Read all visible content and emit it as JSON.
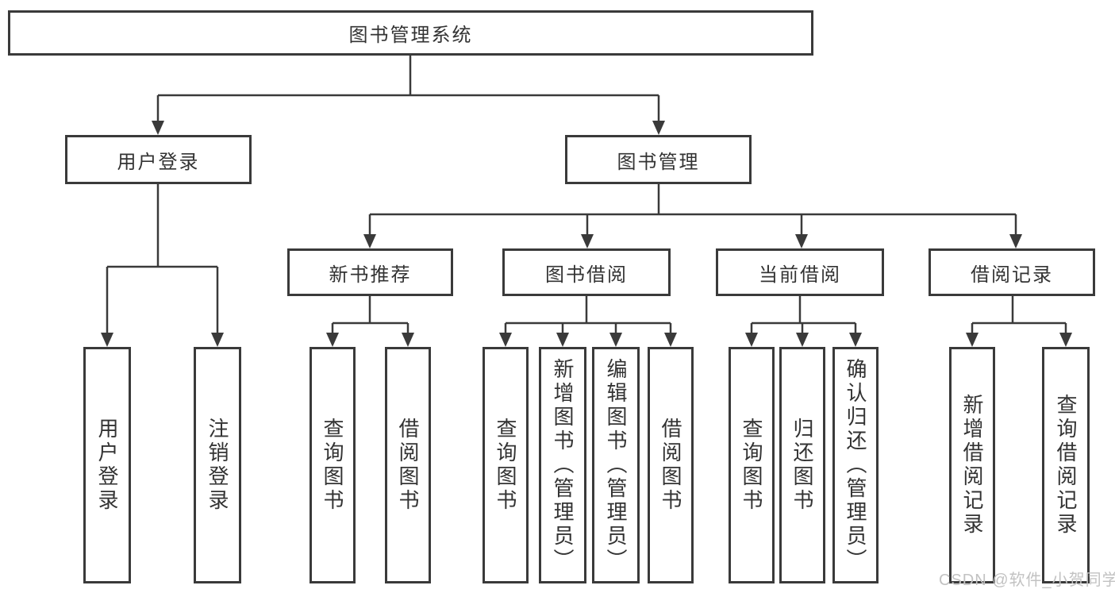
{
  "diagram": {
    "root": {
      "label": "图书管理系统"
    },
    "level2": {
      "user_login": {
        "label": "用户登录"
      },
      "book_mgmt": {
        "label": "图书管理"
      }
    },
    "level3": {
      "new_book": {
        "label": "新书推荐"
      },
      "book_borrow": {
        "label": "图书借阅"
      },
      "current_borrow": {
        "label": "当前借阅"
      },
      "borrow_records": {
        "label": "借阅记录"
      }
    },
    "leaves": {
      "user_login": [
        "用户登录",
        "注销登录"
      ],
      "new_book": [
        "查询图书",
        "借阅图书"
      ],
      "book_borrow": [
        "查询图书",
        "新增图书（管理员）",
        "编辑图书（管理员）",
        "借阅图书"
      ],
      "current_borrow": [
        "查询图书",
        "归还图书",
        "确认归还（管理员）"
      ],
      "borrow_records": [
        "新增借阅记录",
        "查询借阅记录"
      ]
    }
  },
  "watermark": {
    "text": "CSDN @软件_小贺同学"
  },
  "colors": {
    "line": "#3a3a3a",
    "text": "#333333",
    "watermark": "#c2c2c2",
    "background": "#ffffff"
  }
}
